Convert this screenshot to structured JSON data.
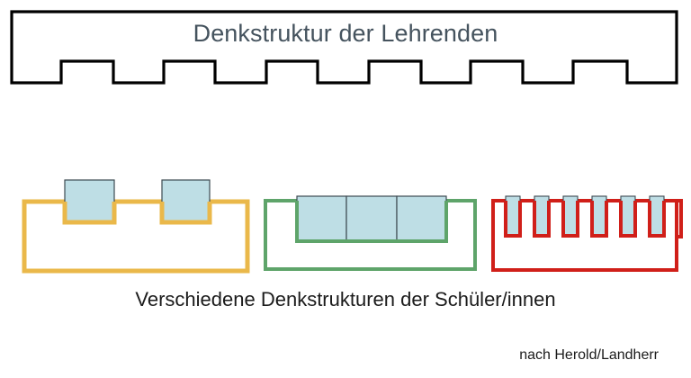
{
  "diagram": {
    "title": "Denkstruktur der Lehrenden",
    "caption": "Verschiedene Denkstrukturen der Schüler/innen",
    "credit": "nach Herold/Landherr",
    "colors": {
      "title_text": "#45535e",
      "caption_text": "#1b1b1b",
      "teacher_outline": "#000000",
      "group_orange": "#eab84a",
      "group_green": "#5ea46a",
      "group_red": "#d01f19",
      "block_fill": "#bedee5",
      "block_stroke": "#3d4a52",
      "background": "#ffffff"
    },
    "shapes": {
      "teacher_comb": {
        "label": "Denkstruktur der Lehrenden",
        "notch_count": 7,
        "stroke_width": 3
      },
      "student_group_orange": {
        "notch_count": 2,
        "block_count": 2,
        "stroke_width": 5
      },
      "student_group_green": {
        "notch_count": 1,
        "block_count": 3,
        "stroke_width": 4
      },
      "student_group_red": {
        "notch_count": 6,
        "block_count": 6,
        "stroke_width": 4
      }
    }
  }
}
